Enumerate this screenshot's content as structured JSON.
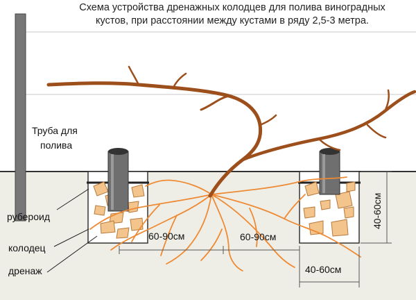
{
  "title": {
    "line1": "Схема устройства  дренажных колодцев  для полива виноградных",
    "line2": "кустов, при расстоянии между кустами в ряду 2,5-3 метра."
  },
  "labels": {
    "pipe_line1": "Труба для",
    "pipe_line2": "полива",
    "roofing": "рубероид",
    "well": "колодец",
    "drainage": "дренаж"
  },
  "dimensions": {
    "left_gap": "60-90см",
    "right_gap": "60-90см",
    "well_width": "40-60см",
    "well_depth": "40-60см"
  },
  "colors": {
    "vine": "#9c4e1b",
    "roots": "#ee8a34",
    "gravel": "#f3c48c",
    "soil": "#efeee6",
    "pipe": "#6f6f6f"
  }
}
